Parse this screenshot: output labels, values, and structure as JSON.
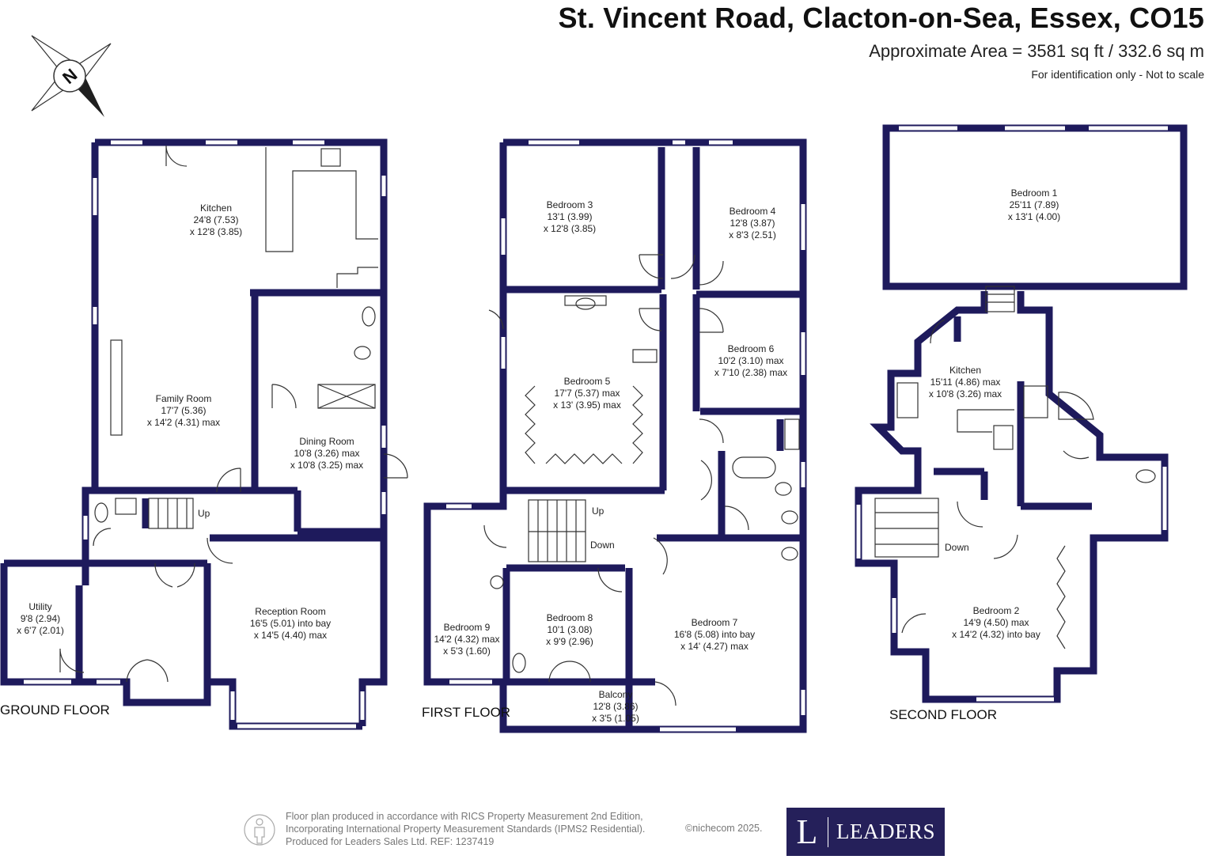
{
  "header": {
    "title": "St. Vincent Road, Clacton-on-Sea, Essex, CO15",
    "area": "Approximate Area = 3581 sq ft / 332.6 sq m",
    "identification": "For identification only - Not to scale"
  },
  "compass": {
    "letter": "N"
  },
  "floors": {
    "ground": {
      "label": "GROUND FLOOR",
      "rooms": [
        {
          "name": "Kitchen",
          "dim1": "24'8 (7.53)",
          "dim2": "x 12'8 (3.85)"
        },
        {
          "name": "Family Room",
          "dim1": "17'7 (5.36)",
          "dim2": "x 14'2 (4.31) max"
        },
        {
          "name": "Dining Room",
          "dim1": "10'8 (3.26) max",
          "dim2": "x 10'8 (3.25) max"
        },
        {
          "name": "Utility",
          "dim1": "9'8 (2.94)",
          "dim2": "x 6'7 (2.01)"
        },
        {
          "name": "Reception Room",
          "dim1": "16'5 (5.01) into bay",
          "dim2": "x 14'5 (4.40) max"
        }
      ],
      "stairs": "Up"
    },
    "first": {
      "label": "FIRST FLOOR",
      "rooms": [
        {
          "name": "Bedroom 3",
          "dim1": "13'1 (3.99)",
          "dim2": "x 12'8 (3.85)"
        },
        {
          "name": "Bedroom 4",
          "dim1": "12'8 (3.87)",
          "dim2": "x 8'3 (2.51)"
        },
        {
          "name": "Bedroom 5",
          "dim1": "17'7 (5.37) max",
          "dim2": "x 13' (3.95) max"
        },
        {
          "name": "Bedroom 6",
          "dim1": "10'2 (3.10) max",
          "dim2": "x 7'10 (2.38) max"
        },
        {
          "name": "Bedroom 9",
          "dim1": "14'2 (4.32) max",
          "dim2": "x 5'3 (1.60)"
        },
        {
          "name": "Bedroom 8",
          "dim1": "10'1 (3.08)",
          "dim2": "x 9'9 (2.96)"
        },
        {
          "name": "Bedroom 7",
          "dim1": "16'8 (5.08) into bay",
          "dim2": "x 14' (4.27) max"
        },
        {
          "name": "Balcony",
          "dim1": "12'8 (3.86)",
          "dim2": "x 3'5 (1.05)"
        }
      ],
      "stairs_up": "Up",
      "stairs_down": "Down"
    },
    "second": {
      "label": "SECOND FLOOR",
      "rooms": [
        {
          "name": "Bedroom 1",
          "dim1": "25'11 (7.89)",
          "dim2": "x 13'1 (4.00)"
        },
        {
          "name": "Kitchen",
          "dim1": "15'11 (4.86) max",
          "dim2": "x 10'8 (3.26) max"
        },
        {
          "name": "Bedroom 2",
          "dim1": "14'9 (4.50) max",
          "dim2": "x 14'2 (4.32) into bay"
        }
      ],
      "stairs_down": "Down"
    }
  },
  "footer": {
    "line1": "Floor plan produced in accordance with RICS Property Measurement 2nd Edition,",
    "line2": "Incorporating International Property Measurement Standards (IPMS2 Residential).",
    "line3": "Produced for Leaders Sales Ltd.   REF:  1237419",
    "copyright": "©nichecom 2025.",
    "logo_letter": "L",
    "logo_name": "LEADERS"
  },
  "colors": {
    "wall": "#1e1a5c",
    "text": "#1f1f1f",
    "logo_bg": "#25205a"
  }
}
